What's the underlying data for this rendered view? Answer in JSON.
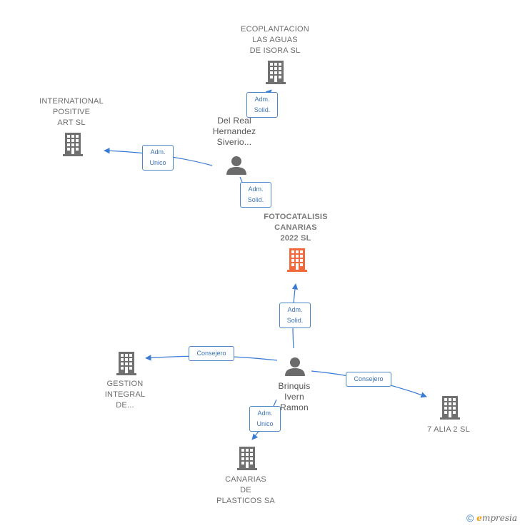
{
  "colors": {
    "edge": "#3a7bd5",
    "company": "#707070",
    "focus": "#f26a3b",
    "person": "#6b6b6b"
  },
  "nodes": {
    "ecoplantacion": {
      "label": "ECOPLANTACION\nLAS AGUAS\nDE ISORA  SL",
      "icon": "building-icon"
    },
    "international": {
      "label": "INTERNATIONAL\nPOSITIVE\nART  SL",
      "icon": "building-icon"
    },
    "del_real": {
      "label": "Del Real\nHernandez\nSiverio...",
      "icon": "person-icon"
    },
    "fotocatalisis": {
      "label": "FOTOCATALISIS\nCANARIAS\n2022  SL",
      "icon": "building-icon"
    },
    "brinquis": {
      "label": "Brinquis\nIvern\nRamon",
      "icon": "person-icon"
    },
    "gestion": {
      "label": "GESTION\nINTEGRAL\nDE...",
      "icon": "building-icon"
    },
    "alia": {
      "label": "7 ALIA 2 SL",
      "icon": "building-icon"
    },
    "canarias_plasticos": {
      "label": "CANARIAS\nDE\nPLASTICOS SA",
      "icon": "building-icon"
    }
  },
  "edges": {
    "delreal_ecoplantacion": "Adm.\nSolid.",
    "delreal_international": "Adm.\nUnico",
    "delreal_fotocatalisis": "Adm.\nSolid.",
    "brinquis_fotocatalisis": "Adm.\nSolid.",
    "brinquis_gestion": "Consejero",
    "brinquis_alia": "Consejero",
    "brinquis_canarias": "Adm.\nUnico"
  },
  "footer": {
    "copyright": "©",
    "brand_initial": "e",
    "brand_rest": "mpresia"
  }
}
